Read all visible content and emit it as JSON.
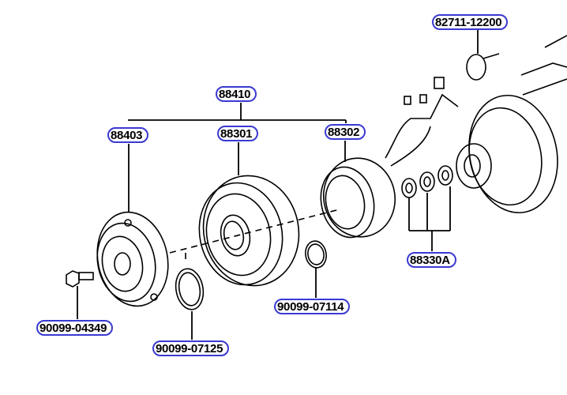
{
  "diagram": {
    "title_visible": false,
    "accent_color": "#3a3ad0",
    "callouts": [
      {
        "id": "c82711",
        "part_number": "82711-12200"
      },
      {
        "id": "c88410",
        "part_number": "88410"
      },
      {
        "id": "c88403",
        "part_number": "88403"
      },
      {
        "id": "c88301",
        "part_number": "88301"
      },
      {
        "id": "c88302",
        "part_number": "88302"
      },
      {
        "id": "c88330A",
        "part_number": "88330A"
      },
      {
        "id": "c07114",
        "part_number": "90099-07114"
      },
      {
        "id": "c04349",
        "part_number": "90099-04349"
      },
      {
        "id": "c07125",
        "part_number": "90099-07125"
      }
    ]
  }
}
